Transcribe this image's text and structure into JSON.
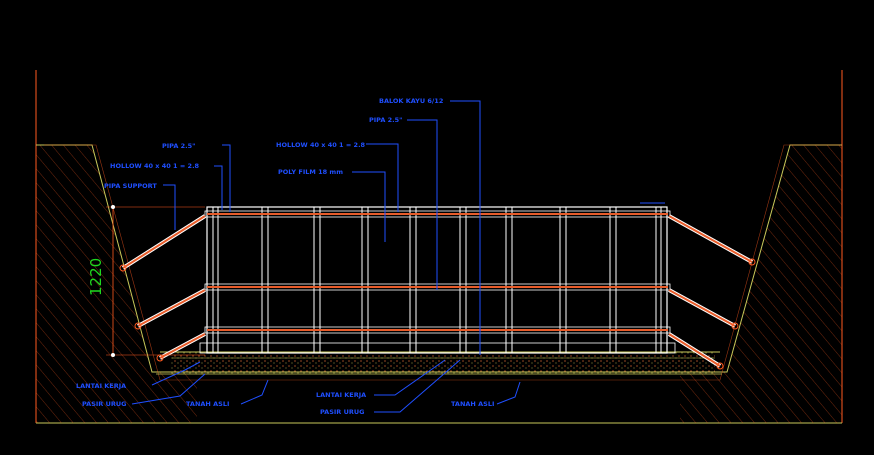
{
  "drawing": {
    "dimension_value": "1220",
    "labels": {
      "balok_kayu": "BALOK KAYU 6/12",
      "pipa_top_center": "PIPA 2.5\"",
      "pipa_top_left": "PIPA 2.5\"",
      "hollow_center": "HOLLOW 40 x 40 1 = 2.8",
      "hollow_left": "HOLLOW 40 x 40 1 = 2.8",
      "poly_film": "POLY FILM 18 mm",
      "pipa_support": "PIPA SUPPORT",
      "lantai_kerja_left": "LANTAI KERJA",
      "pasir_urug_left": "PASIR URUG",
      "tanah_asli_left": "TANAH ASLI",
      "lantai_kerja_center": "LANTAI KERJA",
      "pasir_urug_center": "PASIR URUG",
      "tanah_asli_right": "TANAH ASLI"
    },
    "colors": {
      "background": "#000000",
      "frame": "#ff5a1f",
      "ground": "#c9c95a",
      "formwork_white": "#ffffff",
      "beam_orange": "#e85c2a",
      "leader_blue": "#1f4fff",
      "dimension_green": "#1fd81f"
    }
  }
}
